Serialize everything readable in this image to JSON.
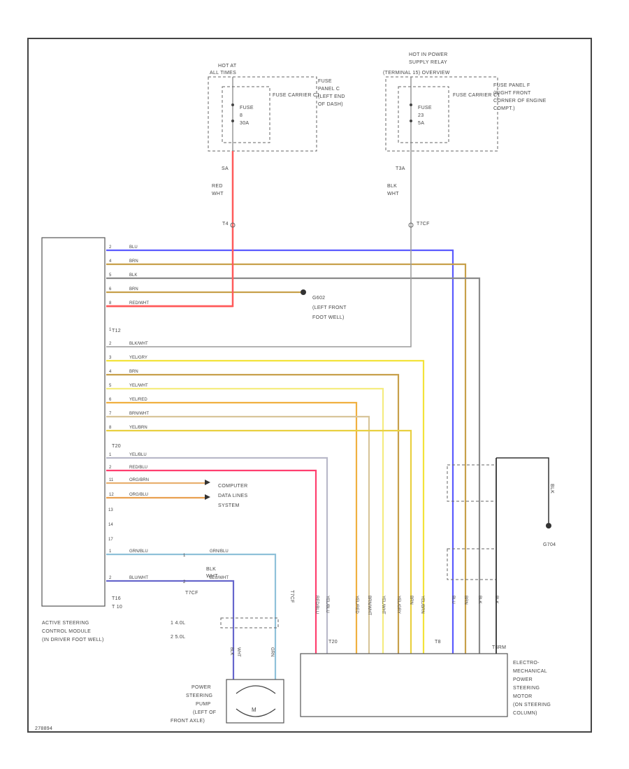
{
  "fuse_left": {
    "hot_line1": "HOT AT",
    "hot_line2": "ALL TIMES",
    "fuse_label": "FUSE",
    "fuse_number": "8",
    "fuse_amps": "30A",
    "carrier": "FUSE CARRIER C1",
    "panel_line1": "FUSE",
    "panel_line2": "PANEL C",
    "panel_line3": "(LEFT END",
    "panel_line4": "OF DASH)",
    "pin": "SA",
    "wire_color": "RED",
    "wire_color2": "WHT",
    "connector": "T4",
    "wire_hex": "#ff5a5a"
  },
  "fuse_right": {
    "hot_line1": "HOT IN POWER",
    "hot_line2": "SUPPLY RELAY",
    "hot_line3": "(TERMINAL 15) OVERVIEW",
    "fuse_label": "FUSE",
    "fuse_number": "23",
    "fuse_amps": "5A",
    "carrier": "FUSE CARRIER C1",
    "panel_line1": "FUSE PANEL F",
    "panel_line2": "(RIGHT FRONT",
    "panel_line3": "CORNER OF ENGINE",
    "panel_line4": "COMPT.)",
    "pin": "T3A",
    "wire_color": "BLK",
    "wire_color2": "WHT",
    "connector": "T7CF",
    "wire_hex": "#9a9a9a"
  },
  "module": {
    "connector_t12": "T12",
    "connector_t20": "T20",
    "connector_t16": "T16",
    "connector_t10": "T 10",
    "title1": "ACTIVE STEERING",
    "title2": "CONTROL MODULE",
    "title3": "(IN DRIVER FOOT WELL)",
    "legend1": "1   4.0L",
    "legend2": "2   5.0L"
  },
  "wires_top": [
    {
      "pin": "2",
      "label": "BLU",
      "color": "#5b5bff"
    },
    {
      "pin": "4",
      "label": "BRN",
      "color": "#c7a04a"
    },
    {
      "pin": "5",
      "label": "BLK",
      "color": "#8a8a8a"
    },
    {
      "pin": "6",
      "label": "BRN",
      "color": "#c7a04a"
    },
    {
      "pin": "8",
      "label": "RED/WHT",
      "color": "#ff5a5a"
    }
  ],
  "ground_left": {
    "id": "G602",
    "line1": "(LEFT FRONT",
    "line2": "FOOT WELL)"
  },
  "wires_mid": [
    {
      "pin": "1",
      "label": "",
      "color": "#ffffff"
    },
    {
      "pin": "2",
      "label": "BLK/WHT",
      "color": "#9a9a9a"
    },
    {
      "pin": "3",
      "label": "YEL/GRY",
      "color": "#f3e33a"
    },
    {
      "pin": "4",
      "label": "BRN",
      "color": "#c7a04a"
    },
    {
      "pin": "5",
      "label": "YEL/WHT",
      "color": "#f5ec80"
    },
    {
      "pin": "6",
      "label": "YEL/RED",
      "color": "#f0b040"
    },
    {
      "pin": "7",
      "label": "BRN/WHT",
      "color": "#d8c59a"
    },
    {
      "pin": "8",
      "label": "YEL/BRN",
      "color": "#e9d040"
    }
  ],
  "wires_low": [
    {
      "pin": "1",
      "label": "YEL/BLU",
      "color": "#b9b9c9"
    },
    {
      "pin": "2",
      "label": "RED/BLU",
      "color": "#ff3f6f"
    },
    {
      "pin": "11",
      "label": "ORG/BRN",
      "color": "#e9b070"
    },
    {
      "pin": "12",
      "label": "ORG/BLU",
      "color": "#e9a050"
    }
  ],
  "can_bus": {
    "line1": "COMPUTER",
    "line2": "DATA LINES",
    "line3": "SYSTEM"
  },
  "pins_unused": [
    "13",
    "14",
    "17"
  ],
  "pump_wires": [
    {
      "pin": "1",
      "label": "GRN/BLU",
      "color": "#8fc1d9"
    },
    {
      "pin": "2",
      "label": "BLU/WHT",
      "color": "#6666cc"
    }
  ],
  "pump_splice": {
    "connector": "T7CF",
    "pin_a": "1",
    "pin_b": "2",
    "wire_label": "BLK",
    "wire_label2": "WHT"
  },
  "pump_connector": {
    "id": "T7CF",
    "label1": "BLK",
    "label2": "WHT",
    "label3": "GRN"
  },
  "pump": {
    "line1": "POWER",
    "line2": "STEERING",
    "line3": "PUMP",
    "line4": "(LEFT OF",
    "line5": "FRONT AXLE)",
    "symbol": "M"
  },
  "motor": {
    "line1": "ELECTRO-",
    "line2": "MECHANICAL",
    "line3": "POWER",
    "line4": "STEERING",
    "line5": "MOTOR",
    "line6": "(ON STEERING",
    "line7": "COLUMN)",
    "connector_a": "T20",
    "connector_b": "T8",
    "connector_c": "T6RM"
  },
  "motor_wire_labels": [
    "RED/BLU",
    "YEL/BLU",
    "YEL/RED",
    "BRN/WHT",
    "YEL/WHT",
    "YEL/GRY",
    "BRN",
    "YEL/BRN",
    "BLU",
    "BRN",
    "BLK",
    "BLK"
  ],
  "ground_right": {
    "id": "G704",
    "wire_label": "BLK"
  },
  "footer": {
    "code": "278894"
  }
}
